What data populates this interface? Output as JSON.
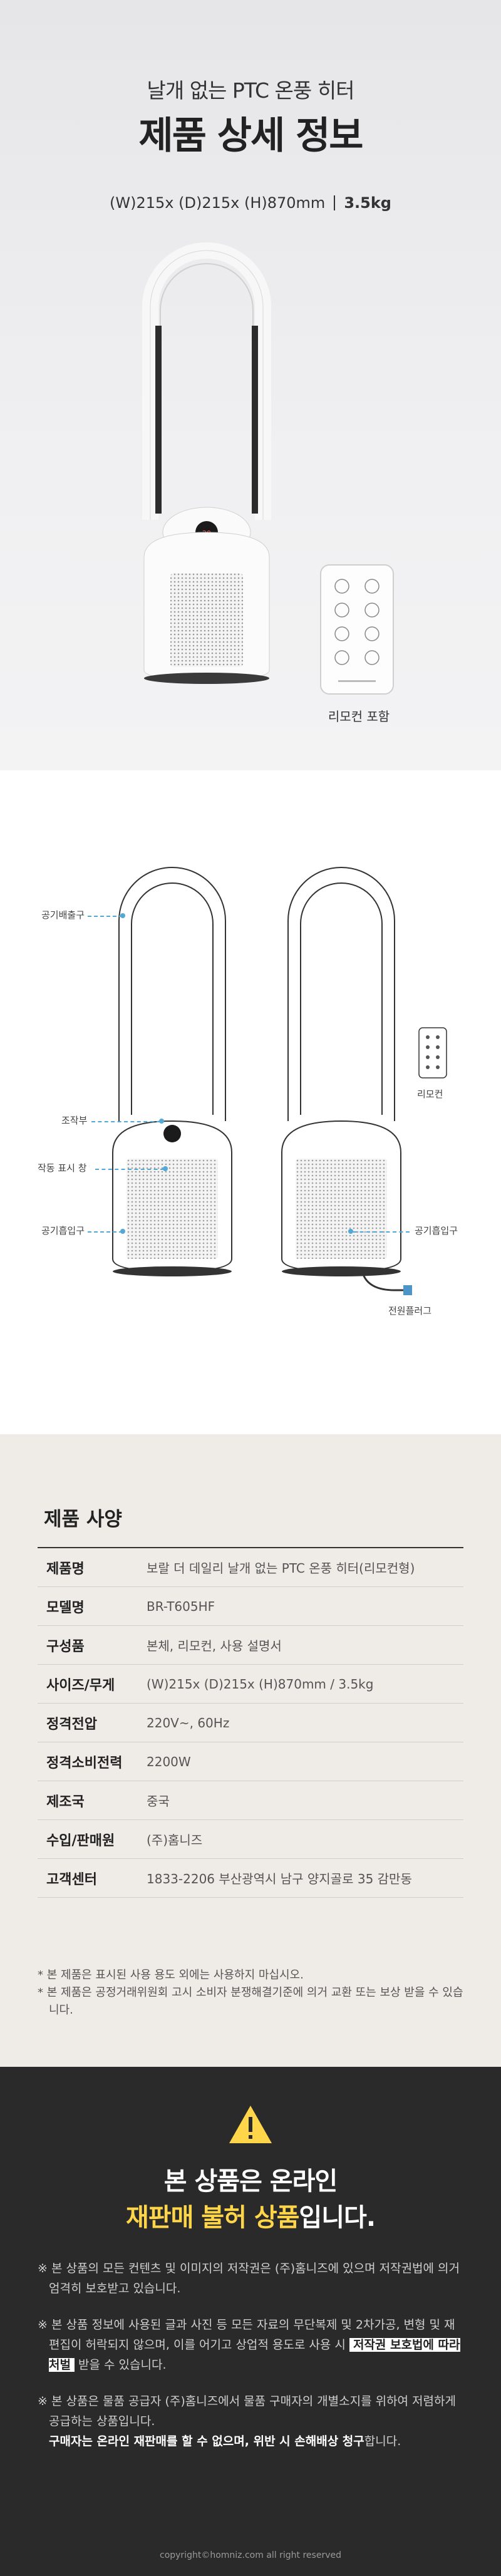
{
  "header": {
    "subtitle": "날개 없는 PTC 온풍 히터",
    "title": "제품 상세 정보",
    "dimensions": "(W)215x (D)215x (H)870mm",
    "weight": "3.5kg"
  },
  "hero": {
    "remote_label": "리모컨 포함"
  },
  "diagram": {
    "callouts": {
      "air_outlet": "공기배출구",
      "control": "조작부",
      "display": "작동 표시 창",
      "air_inlet_left": "공기흡입구",
      "air_inlet_right": "공기흡입구",
      "power_plug": "전원플러그",
      "remote": "리모컨"
    }
  },
  "specs": {
    "title": "제품 사양",
    "rows": [
      {
        "key": "제품명",
        "value": "보랄 더 데일리 날개 없는 PTC 온풍 히터(리모컨형)"
      },
      {
        "key": "모델명",
        "value": "BR-T605HF"
      },
      {
        "key": "구성품",
        "value": "본체, 리모컨, 사용 설명서"
      },
      {
        "key": "사이즈/무게",
        "value": "(W)215x (D)215x (H)870mm / 3.5kg"
      },
      {
        "key": "정격전압",
        "value": "220V~, 60Hz"
      },
      {
        "key": "정격소비전력",
        "value": "2200W"
      },
      {
        "key": "제조국",
        "value": "중국"
      },
      {
        "key": "수입/판매원",
        "value": "(주)홈니즈"
      },
      {
        "key": "고객센터",
        "value": "1833-2206  부산광역시 남구 양지골로 35 감만동"
      }
    ],
    "notes": [
      "* 본 제품은 표시된 사용 용도 외에는 사용하지 마십시오.",
      "* 본 제품은 공정거래위원회 고시 소비자 분쟁해결기준에 의거 교환 또는 보상 받을 수 있습니다."
    ]
  },
  "warning": {
    "line1": "본 상품은 온라인",
    "line2_highlight": "재판매 불허 상품",
    "line2_rest": "입니다.",
    "p1": "※ 본 상품의 모든 컨텐츠 및 이미지의 저작권은 (주)홈니즈에 있으며 저작권법에 의거 엄격히 보호받고 있습니다.",
    "p2_a": "※ 본 상품 정보에 사용된 글과 사진 등 모든 자료의 무단복제 및 2차가공, 변형 및 재편집이 허락되지 않으며, 이를 어기고 상업적 용도로 사용 시",
    "p2_box": "저작권 보호법에 따라 처벌",
    "p2_b": "받을 수 있습니다.",
    "p3_a": "※ 본 상품은 물품 공급자 (주)홈니즈에서 물품 구매자의 개별소지를 위하여 저렴하게 공급하는 상품입니다.",
    "p3_strong": "구매자는 온라인 재판매를 할 수 없으며, 위반 시 손해배상 청구",
    "p3_b": "합니다.",
    "copyright": "copyright©homniz.com all right reserved"
  }
}
